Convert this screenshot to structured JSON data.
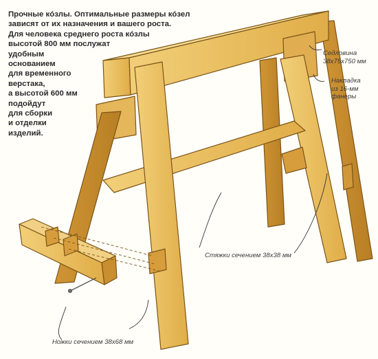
{
  "intro_lines": [
    "Прочные кóзлы. Оптимальные размеры кóзел",
    "зависят от их назначения и вашего роста.",
    "Для человека среднего роста кóзлы",
    "высотой 800 мм послужат",
    "удобным",
    "основанием",
    "для временного",
    "верстака,",
    "а высотой 600 мм",
    "подойдут",
    "для сборки",
    "и отделки",
    "изделий."
  ],
  "labels": {
    "saddle": [
      "Седловина",
      "38х75х750 мм"
    ],
    "overlay": [
      "Накладка",
      "из 16-мм",
      "фанеры"
    ],
    "braces": "Стяжки сечением 38х38 мм",
    "legs": "Ножки сечением 38х68 мм"
  },
  "colors": {
    "wood": "#e8bd5a",
    "wood_dark": "#c8902c",
    "wood_light": "#f3d486",
    "outline": "#7a5418"
  }
}
